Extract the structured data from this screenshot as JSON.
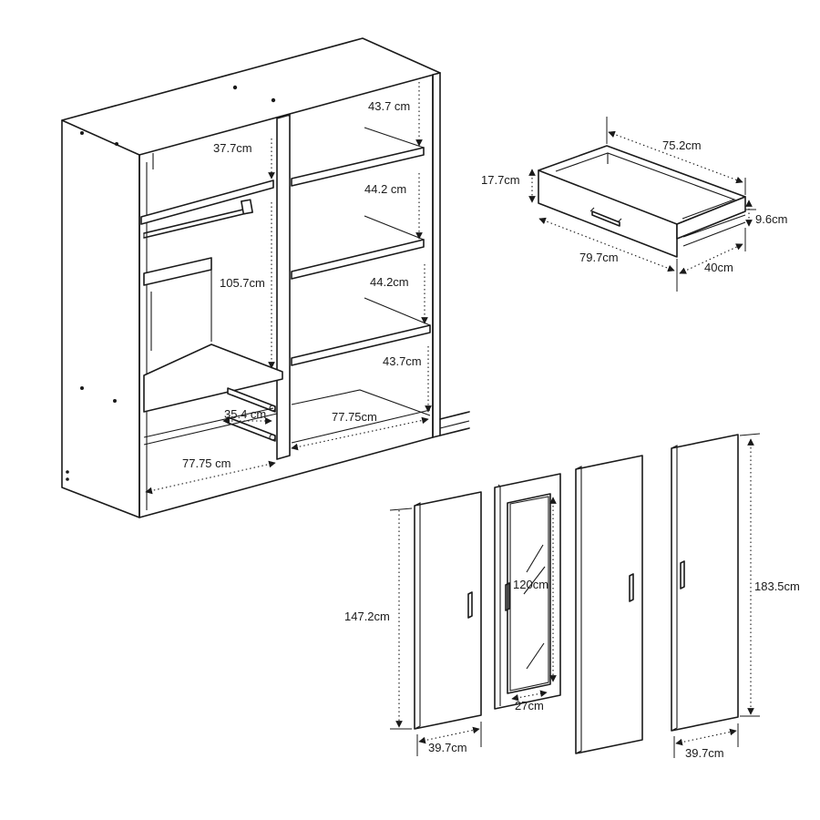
{
  "wardrobe": {
    "dimensions": {
      "shelf_top_left": "37.7cm",
      "shelf_right_1": "43.7 cm",
      "shelf_right_2": "44.2 cm",
      "shelf_right_3": "44.2cm",
      "shelf_right_4": "43.7cm",
      "hanging_height": "105.7cm",
      "drawer_space": "35.4 cm",
      "inner_width_right": "77.75cm",
      "inner_width_left": "77.75 cm"
    }
  },
  "drawer": {
    "dimensions": {
      "inner_width": "75.2cm",
      "front_height": "17.7cm",
      "side_height": "9.6cm",
      "front_width": "79.7cm",
      "depth": "40cm"
    }
  },
  "doors": {
    "door1": {
      "height": "147.2cm",
      "width": "39.7cm"
    },
    "mirror_door": {
      "mirror_height": "120cm",
      "mirror_width": "27cm"
    },
    "door4": {
      "height": "183.5cm",
      "width": "39.7cm"
    }
  }
}
